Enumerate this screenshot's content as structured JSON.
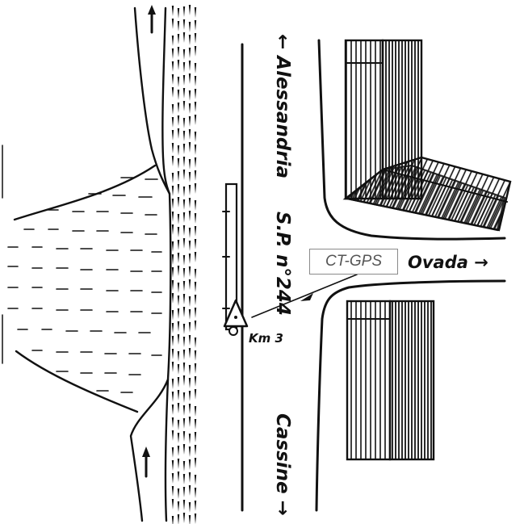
{
  "map": {
    "labels": {
      "alessandria": "← Alessandria",
      "sp": "S.P. n°244",
      "ovada": "Ovada →",
      "cassine": "Cassine →",
      "km": "Km 3"
    },
    "gps_label": "CT-GPS",
    "symbols": {
      "survey_point": "triangle-benchmark-icon",
      "river_flow": "arrow-up-icon"
    },
    "colors": {
      "ink": "#111111",
      "gps_box_border": "#8a8a8a",
      "gps_text": "#555555",
      "background": "#ffffff"
    }
  }
}
